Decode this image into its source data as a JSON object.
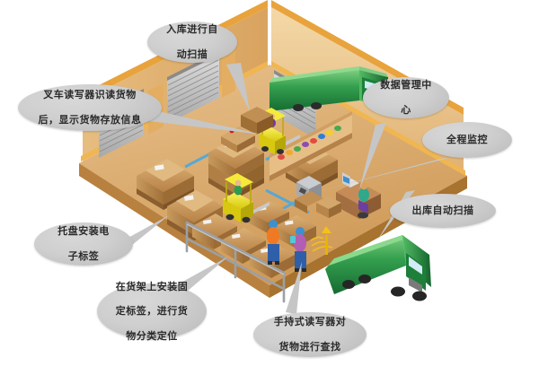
{
  "diagram": {
    "title": "RFID 智能仓储物流管理系统示意图",
    "background_color": "#ffffff",
    "callout_fill": "#cccccc",
    "callout_text_color": "#2b2b2b",
    "warehouse_floor_color": "#d8a86a",
    "warehouse_wall_color": "#e8a33d",
    "truck_color": "#2f9b4e",
    "forklift_color": "#f2e52c",
    "box_color": "#c4924f"
  },
  "callouts": [
    {
      "id": "inbound-scan",
      "text": "入库进行自\n动扫描",
      "lines": [
        "入库进行自",
        "动扫描"
      ]
    },
    {
      "id": "forklift-reader",
      "text": "叉车读写器识读货物\n后，显示货物存放信息",
      "lines": [
        "叉车读写器识读货物",
        "后，显示货物存放信息"
      ]
    },
    {
      "id": "data-center",
      "text": "数据管理中\n心",
      "lines": [
        "数据管理中",
        "心"
      ]
    },
    {
      "id": "full-monitoring",
      "text": "全程监控",
      "lines": [
        "全程监控"
      ]
    },
    {
      "id": "outbound-scan",
      "text": "出库自动扫描",
      "lines": [
        "出库自动扫描"
      ]
    },
    {
      "id": "pallet-tag",
      "text": "托盘安装电\n子标签",
      "lines": [
        "托盘安装电",
        "子标签"
      ]
    },
    {
      "id": "shelf-tag",
      "text": "在货架上安装固\n定标签，进行货\n物分类定位",
      "lines": [
        "在货架上安装固",
        "定标签，进行货",
        "物分类定位"
      ]
    },
    {
      "id": "handheld-reader",
      "text": "手持式读写器对\n货物进行查找",
      "lines": [
        "手持式读写器对",
        "货物进行查找"
      ]
    }
  ],
  "scene": {
    "elements": [
      {
        "name": "warehouse-building",
        "label": "仓库主体"
      },
      {
        "name": "loading-dock-doors",
        "label": "卷帘门装卸口"
      },
      {
        "name": "inbound-truck",
        "label": "入库货车"
      },
      {
        "name": "outbound-truck",
        "label": "出库货车"
      },
      {
        "name": "forklift-upper",
        "label": "叉车（上）"
      },
      {
        "name": "forklift-lower",
        "label": "叉车（下）"
      },
      {
        "name": "pallet-stacks",
        "label": "托盘货垛"
      },
      {
        "name": "storage-rack",
        "label": "货架"
      },
      {
        "name": "conveyor-belt",
        "label": "传送带"
      },
      {
        "name": "workstation-desk",
        "label": "数据管理工作台"
      },
      {
        "name": "worker-orange",
        "label": "橙衣工人"
      },
      {
        "name": "worker-purple",
        "label": "紫衣工人（手持读写器）"
      },
      {
        "name": "scanner-gate",
        "label": "扫描设备"
      }
    ]
  }
}
